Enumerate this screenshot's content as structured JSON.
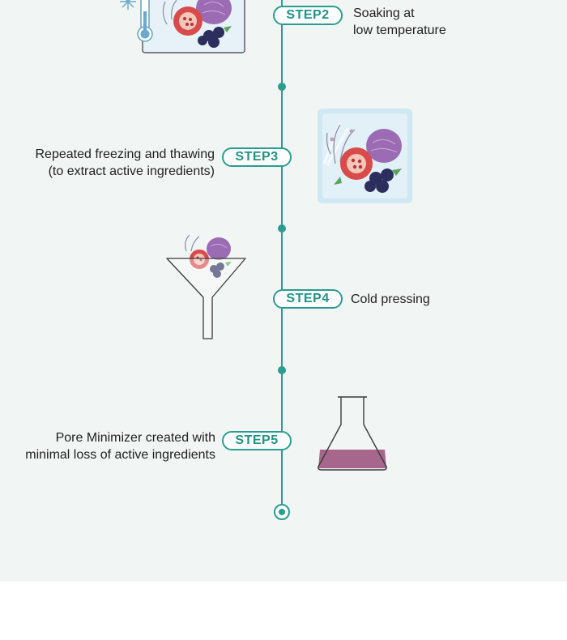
{
  "steps": [
    {
      "label": "STEP2",
      "text": [
        "Soaking at",
        "low temperature"
      ]
    },
    {
      "label": "STEP3",
      "text": [
        "Repeated freezing and thawing",
        "(to extract active ingredients)"
      ]
    },
    {
      "label": "STEP4",
      "text": [
        "Cold pressing"
      ]
    },
    {
      "label": "STEP5",
      "text": [
        "Pore Minimizer created with",
        "minimal loss of active ingredients"
      ]
    }
  ],
  "colors": {
    "accent": "#2a9d90",
    "background": "#f1f5f4",
    "liquid": "#a7668c",
    "ice": "#cfe8f3",
    "cabbage": "#9b6bb3",
    "pomegranate": "#d94a4a",
    "berry": "#2c2f5e"
  },
  "icons": [
    "thermometer-icon",
    "snowflake-icon",
    "ice-cube-fruit-icon",
    "funnel-fruit-icon",
    "flask-icon"
  ]
}
